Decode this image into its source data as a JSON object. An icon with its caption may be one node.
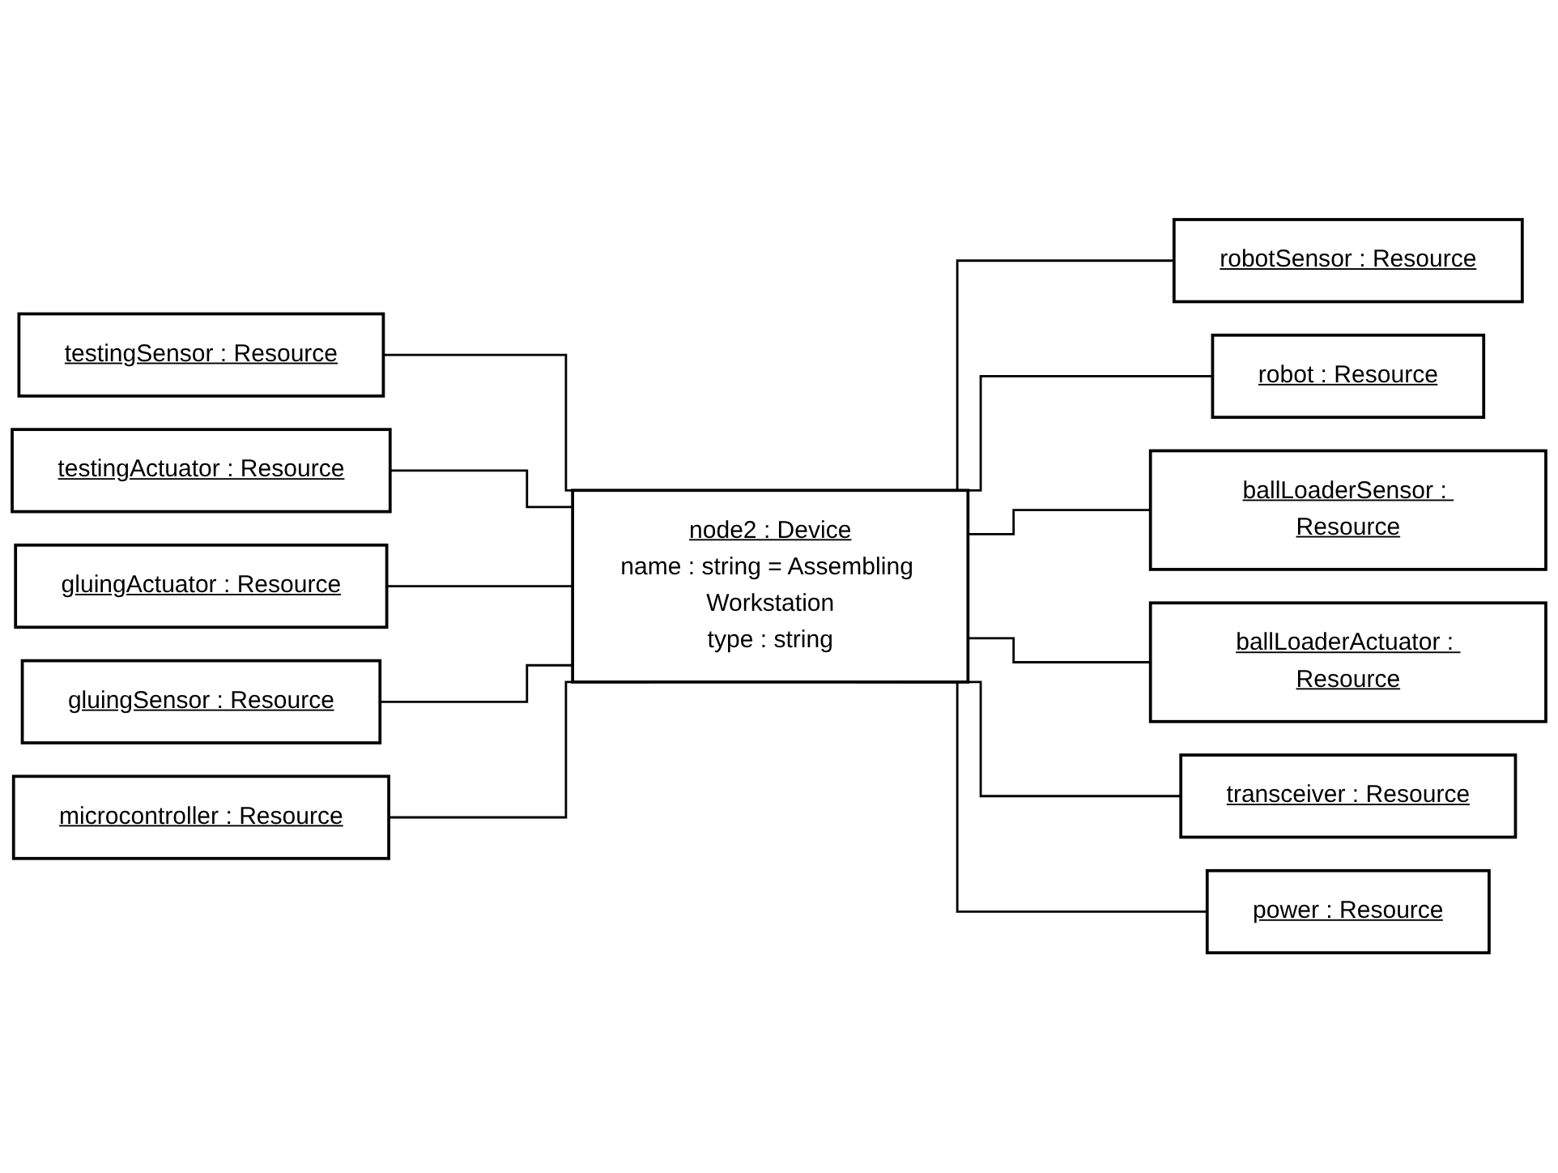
{
  "diagram": {
    "nodes": [
      {
        "text": [
          "node2 : Device",
          "name : string = Assembling Workstation",
          "type : string"
        ]
      },
      {
        "text": [
          "testingSensor : Resource"
        ]
      },
      {
        "text": [
          "robotSensor : Resource"
        ]
      },
      {
        "text": [
          "testingActuator : Resource"
        ]
      },
      {
        "text": [
          "robot : Resource"
        ]
      },
      {
        "text": [
          "gluingActuator : Resource"
        ]
      },
      {
        "text": [
          "ballLoaderSensor : Resource"
        ]
      },
      {
        "text": [
          "gluingSensor : Resource"
        ]
      },
      {
        "text": [
          "ballLoaderActuator : Resource"
        ]
      },
      {
        "text": [
          "microcontroller : Resource"
        ]
      },
      {
        "text": [
          "transceiver : Resource"
        ]
      },
      {
        "text": [
          "power : Resource"
        ]
      }
    ],
    "edges": [
      {
        "from": 1,
        "to": 0,
        "arrow": "none"
      },
      {
        "from": 0,
        "to": 2,
        "arrow": "none"
      },
      {
        "from": 3,
        "to": 0,
        "arrow": "none"
      },
      {
        "from": 0,
        "to": 4,
        "arrow": "none"
      },
      {
        "from": 5,
        "to": 0,
        "arrow": "none"
      },
      {
        "from": 0,
        "to": 6,
        "arrow": "none"
      },
      {
        "from": 7,
        "to": 0,
        "arrow": "none"
      },
      {
        "from": 0,
        "to": 8,
        "arrow": "none"
      },
      {
        "from": 9,
        "to": 0,
        "arrow": "none"
      },
      {
        "from": 0,
        "to": 10,
        "arrow": "none"
      },
      {
        "from": 0,
        "to": 11,
        "arrow": "none"
      }
    ]
  }
}
